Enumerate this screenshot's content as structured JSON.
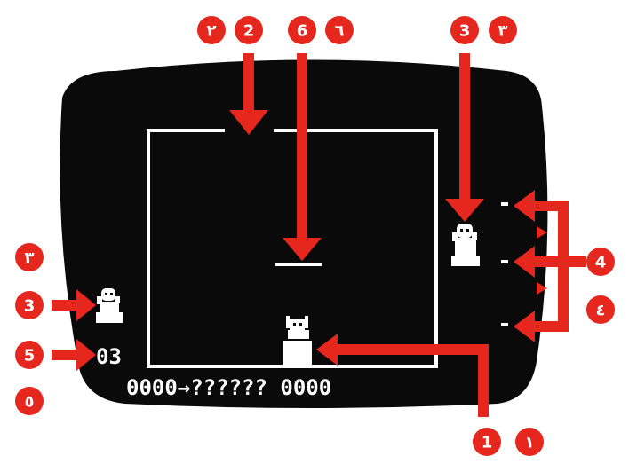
{
  "colors": {
    "screen": "#0a0a0a",
    "annotation": "#e5271e",
    "sprite": "#ffffff",
    "page": "#ffffff"
  },
  "hud": {
    "lives": "03",
    "score_line": "0000→?????? 0000"
  },
  "callouts": {
    "c1_arabic": "١",
    "c1_latin": "1",
    "c2_arabic": "٢",
    "c2_latin": "2",
    "c3_arabic": "٣",
    "c3_latin": "3",
    "c3b_arabic": "٣",
    "c3b_latin": "3",
    "c4_arabic": "٤",
    "c4_latin": "4",
    "c5_arabic": "٥",
    "c5_latin": "5",
    "c6_arabic": "٦",
    "c6_latin": "6"
  },
  "icons": {
    "player": "player-sprite-icon",
    "ghost": "ghost-sprite-icon",
    "lives_ghost": "lives-ghost-icon"
  }
}
